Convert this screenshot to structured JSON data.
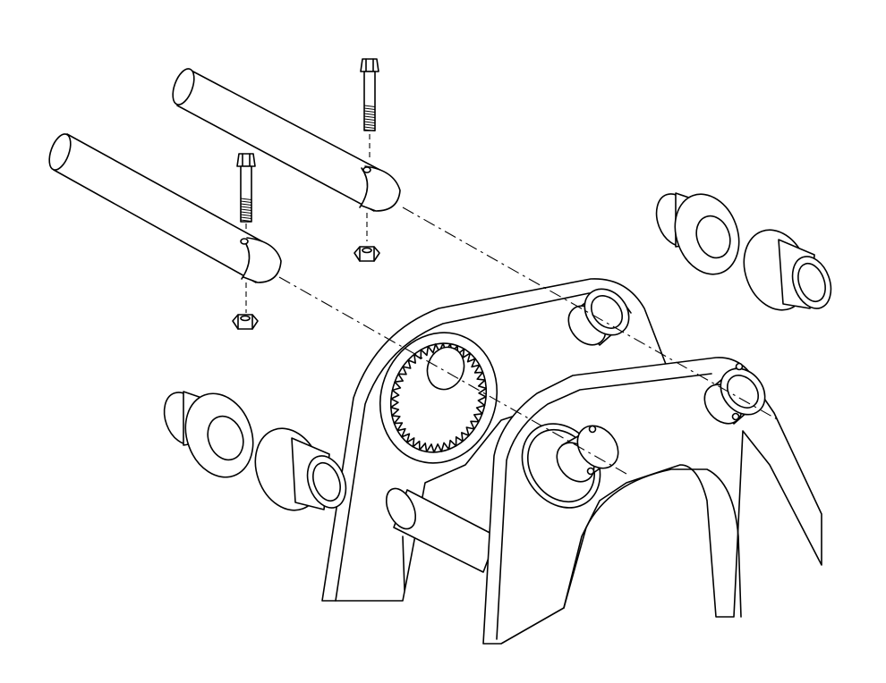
{
  "diagram": {
    "style": "exploded isometric line drawing",
    "line_color": "#000000",
    "background": "#ffffff",
    "parts": [
      {
        "id": "pin-upper",
        "kind": "pin"
      },
      {
        "id": "pin-lower",
        "kind": "pin"
      },
      {
        "id": "bolt-upper",
        "kind": "bolt"
      },
      {
        "id": "bolt-lower",
        "kind": "bolt"
      },
      {
        "id": "nut-upper",
        "kind": "nut"
      },
      {
        "id": "nut-lower",
        "kind": "nut"
      },
      {
        "id": "bushing-pair-right",
        "kind": "bushing"
      },
      {
        "id": "bushing-pair-left",
        "kind": "bushing"
      },
      {
        "id": "splined-gear-plate",
        "kind": "splined plate"
      },
      {
        "id": "boom-frame",
        "kind": "frame"
      }
    ]
  }
}
